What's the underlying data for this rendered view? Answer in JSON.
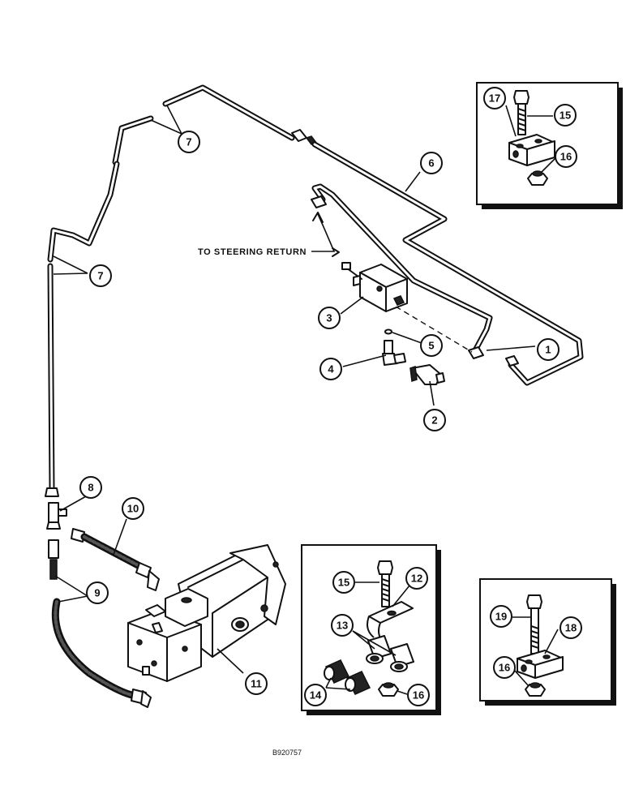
{
  "labels": {
    "steering_return": "TO STEERING RETURN",
    "drawing_code": "B920757"
  },
  "callouts": {
    "c1": "1",
    "c2": "2",
    "c3": "3",
    "c4": "4",
    "c5": "5",
    "c6": "6",
    "c7a": "7",
    "c7b": "7",
    "c8": "8",
    "c9": "9",
    "c10": "10",
    "c11": "11",
    "c12": "12",
    "c13": "13",
    "c14": "14",
    "c15a": "15",
    "c15b": "15",
    "c16a": "16",
    "c16b": "16",
    "c16c": "16",
    "c17": "17",
    "c18": "18",
    "c19": "19"
  },
  "colors": {
    "ink": "#111111",
    "paper": "#ffffff"
  }
}
